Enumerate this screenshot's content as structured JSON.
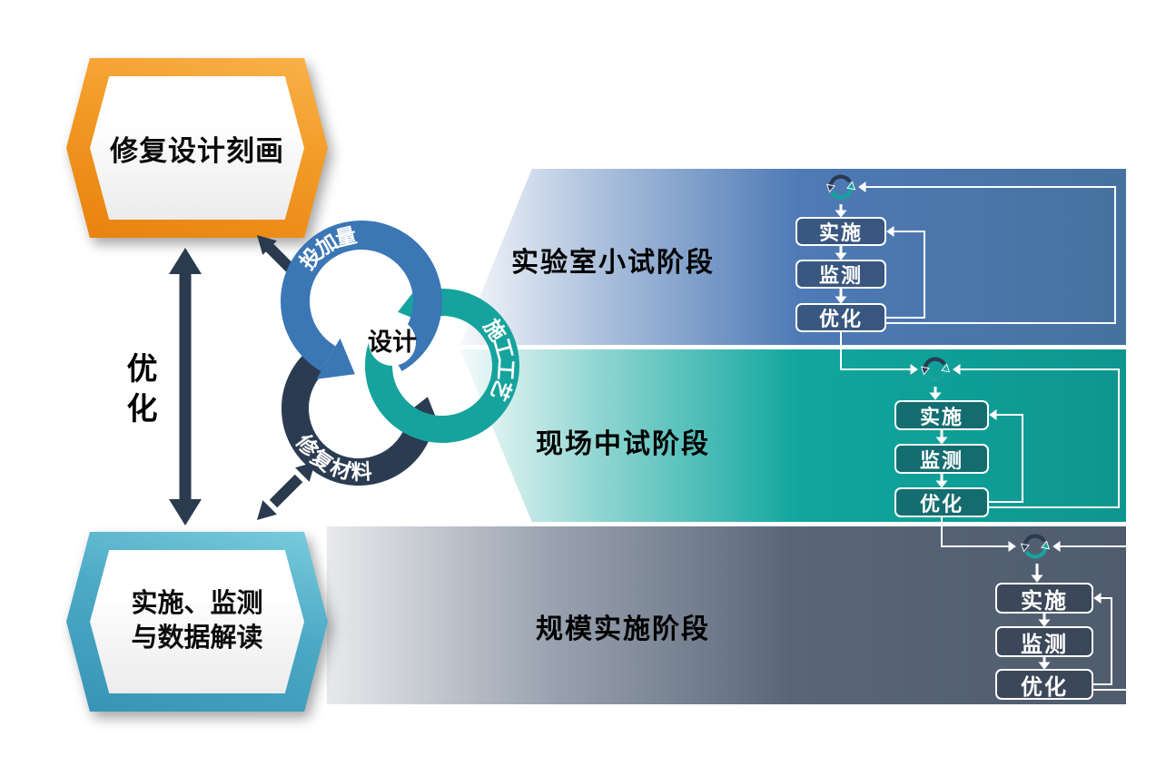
{
  "left_column": {
    "top_badge_label": "修复设计刻画",
    "bottom_badge_line1": "实施、监测",
    "bottom_badge_line2": "与数据解读",
    "optimize_arrow_label": "优化"
  },
  "cycle": {
    "center_label": "设计",
    "rings": [
      {
        "label": "投加量",
        "color": "#3b76b5"
      },
      {
        "label": "施工工艺",
        "color": "#16a39d"
      },
      {
        "label": "修复材料",
        "color": "#2b3b52"
      }
    ]
  },
  "stages": [
    {
      "name": "实验室小试阶段",
      "color": "#4e7ab6",
      "steps": [
        "实施",
        "监测",
        "优化"
      ]
    },
    {
      "name": "现场中试阶段",
      "color": "#10a69e",
      "steps": [
        "实施",
        "监测",
        "优化"
      ]
    },
    {
      "name": "规模实施阶段",
      "color": "#57657c",
      "steps": [
        "实施",
        "监测",
        "优化"
      ]
    }
  ],
  "colors": {
    "navy_arrow": "#2a3a4f",
    "orange_badge": "#f29a26",
    "teal_badge": "#4daac6",
    "connector": "#ffffff"
  }
}
